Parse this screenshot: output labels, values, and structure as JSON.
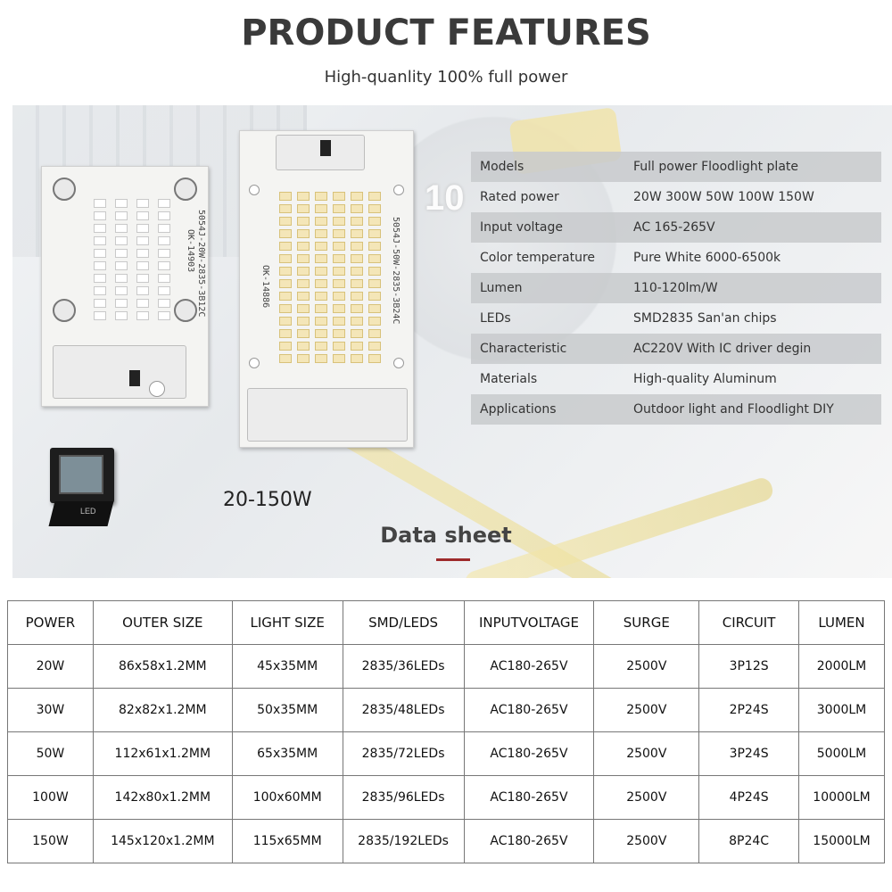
{
  "header": {
    "title": "PRODUCT FEATURES",
    "subtitle": "High-quanlity 100% full power"
  },
  "image": {
    "wattage_label": "20-150W",
    "board1_print": "5054J-20W-2835-3B12C",
    "board1_code": "OK-14903",
    "board2_print": "5054J-50W-2835-3B24C",
    "board2_code": "OK-14886",
    "flood_label": "LED",
    "bg_text": "10"
  },
  "specs": [
    {
      "label": "Models",
      "value": "Full power Floodlight plate"
    },
    {
      "label": "Rated power",
      "value": "20W 300W 50W 100W 150W"
    },
    {
      "label": "Input voltage",
      "value": "AC 165-265V"
    },
    {
      "label": "Color  temperature",
      "value": "Pure White 6000-6500k"
    },
    {
      "label": "Lumen",
      "value": "110-120lm/W"
    },
    {
      "label": "LEDs",
      "value": "SMD2835 San'an chips"
    },
    {
      "label": "Characteristic",
      "value": "AC220V With IC driver degin"
    },
    {
      "label": "Materials",
      "value": "High-quality Aluminum"
    },
    {
      "label": "Applications",
      "value": "Outdoor light and Floodlight DIY"
    }
  ],
  "datasheet": {
    "title": "Data sheet",
    "headers": [
      "POWER",
      "OUTER SIZE",
      "LIGHT SIZE",
      "SMD/LEDS",
      "INPUTVOLTAGE",
      "SURGE",
      "CIRCUIT",
      "LUMEN"
    ],
    "rows": [
      [
        "20W",
        "86x58x1.2MM",
        "45x35MM",
        "2835/36LEDs",
        "AC180-265V",
        "2500V",
        "3P12S",
        "2000LM"
      ],
      [
        "30W",
        "82x82x1.2MM",
        "50x35MM",
        "2835/48LEDs",
        "AC180-265V",
        "2500V",
        "2P24S",
        "3000LM"
      ],
      [
        "50W",
        "112x61x1.2MM",
        "65x35MM",
        "2835/72LEDs",
        "AC180-265V",
        "2500V",
        "3P24S",
        "5000LM"
      ],
      [
        "100W",
        "142x80x1.2MM",
        "100x60MM",
        "2835/96LEDs",
        "AC180-265V",
        "2500V",
        "4P24S",
        "10000LM"
      ],
      [
        "150W",
        "145x120x1.2MM",
        "115x65MM",
        "2835/192LEDs",
        "AC180-265V",
        "2500V",
        "8P24C",
        "15000LM"
      ]
    ]
  },
  "colors": {
    "title": "#3a3a3a",
    "accent_bar": "#9e2a2b",
    "spec_shade": "#c8cacc"
  }
}
